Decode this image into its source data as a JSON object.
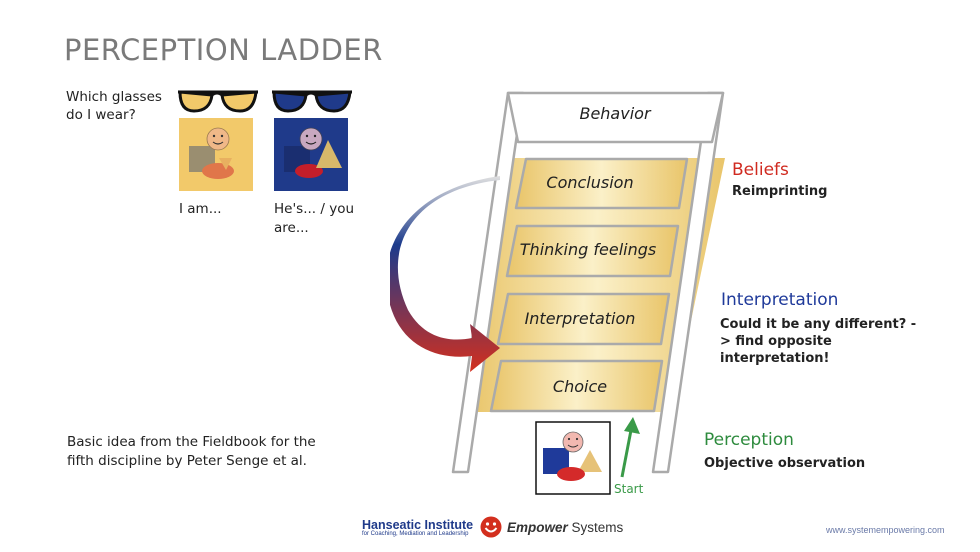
{
  "title": "PERCEPTION LADDER",
  "question": "Which glasses do I wear?",
  "caption_left": "I am...",
  "caption_right": "He's... / you are...",
  "ladder": {
    "top": "Behavior",
    "rungs": [
      "Conclusion",
      "Thinking feelings",
      "Interpretation",
      "Choice"
    ],
    "start_label": "Start"
  },
  "side_notes": {
    "beliefs": {
      "heading": "Beliefs",
      "text": "Reimprinting",
      "color": "#d02a20"
    },
    "interpretation": {
      "heading": "Interpretation",
      "text": "Could it be any different? -> find opposite interpretation!",
      "color": "#1f3a9a"
    },
    "perception": {
      "heading": "Perception",
      "text": "Objective observation",
      "color": "#2e8b3e"
    }
  },
  "source_note": "Basic idea from the Fieldbook for the fifth discipline by Peter Senge et al.",
  "footer": {
    "institute": "Hanseatic Institute",
    "institute_sub": "for Coaching, Mediation and Leadership",
    "brand_bold": "Empower",
    "brand_rest": " Systems",
    "url": "www.systemempowering.com"
  },
  "colors": {
    "ladder_band": "#f0d48a",
    "glasses_yellow": "#f2c96a",
    "glasses_blue": "#1f3a8a",
    "arrow_red": "#d32f1e",
    "arrow_blue": "#1c3b8c",
    "start_green": "#3a9a48"
  },
  "icons": [
    "sunglasses-yellow-icon",
    "sunglasses-blue-icon",
    "face-shapes-icon",
    "curved-arrow-icon",
    "up-arrow-icon",
    "smiley-logo-icon"
  ]
}
